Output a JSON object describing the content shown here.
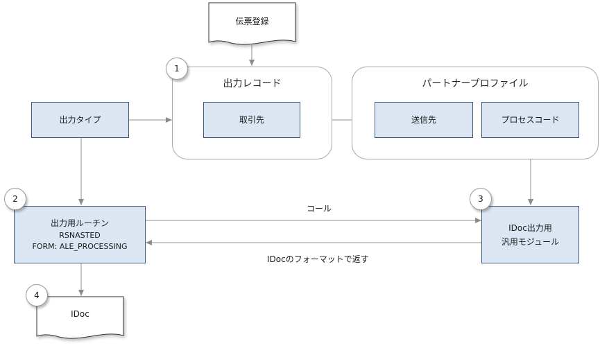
{
  "nodes": {
    "slip_entry": "伝票登録",
    "output_record": "出力レコード",
    "partner_customer": "取引先",
    "partner_profile": "パートナープロファイル",
    "sender": "送信先",
    "process_code": "プロセスコード",
    "output_type": "出力タイプ",
    "output_routine": {
      "title": "出力用ルーチン",
      "program": "RSNASTED",
      "form": "FORM: ALE_PROCESSING"
    },
    "idoc_module": {
      "line1": "IDoc出力用",
      "line2": "汎用モジュール"
    },
    "idoc": "IDoc"
  },
  "badges": [
    "1",
    "2",
    "3",
    "4"
  ],
  "edges": {
    "call": "コール",
    "return": "IDocのフォーマットで返す"
  },
  "colors": {
    "box_fill": "#dce6f2",
    "box_border": "#3d5a80",
    "line": "#8c8c8c"
  }
}
